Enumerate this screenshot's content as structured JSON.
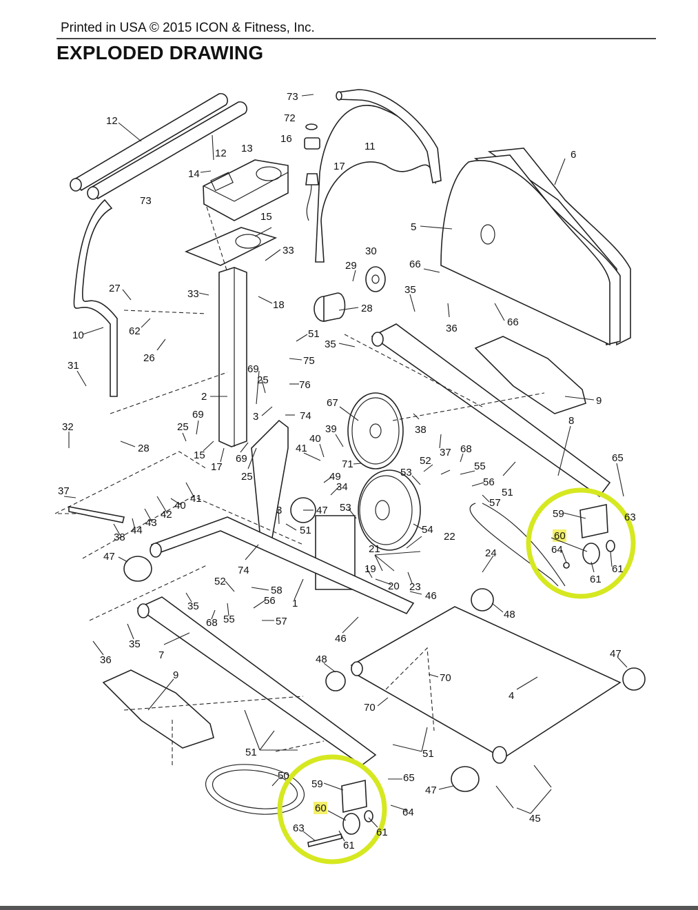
{
  "header": {
    "printed_line": "Printed in USA © 2015 ICON & Fitness, Inc.",
    "title": "EXPLODED DRAWING"
  },
  "highlight": {
    "ring_color": "#d6e820",
    "label_highlight_color": "#f4f06a",
    "highlighted_part": "60"
  },
  "labels": {
    "p73a": "73",
    "p72": "72",
    "p16": "16",
    "p17a": "17",
    "p11": "11",
    "p6": "6",
    "p12a": "12",
    "p12b": "12",
    "p13": "13",
    "p14": "14",
    "p73b": "73",
    "p15a": "15",
    "p33a": "33",
    "p33b": "33",
    "p29": "29",
    "p30": "30",
    "p5": "5",
    "p66a": "66",
    "p27": "27",
    "p62": "62",
    "p18": "18",
    "p28a": "28",
    "p35a": "35",
    "p36a": "36",
    "p66b": "66",
    "p10": "10",
    "p26": "26",
    "p51a": "51",
    "p35b": "35",
    "p75": "75",
    "p31": "31",
    "p69a": "69",
    "p25a": "25",
    "p76": "76",
    "p9a": "9",
    "p2": "2",
    "p67": "67",
    "p3a": "3",
    "p74a": "74",
    "p8": "8",
    "p32": "32",
    "p28b": "28",
    "p69b": "69",
    "p25b": "25",
    "p38a": "38",
    "p39": "39",
    "p40a": "40",
    "p41a": "41",
    "p37a": "37",
    "p68a": "68",
    "p65a": "65",
    "p15b": "15",
    "p17b": "17",
    "p69c": "69",
    "p25c": "25",
    "p71": "71",
    "p52a": "52",
    "p55a": "55",
    "p49": "49",
    "p53a": "53",
    "p56a": "56",
    "p37b": "37",
    "p34": "34",
    "p51b": "51",
    "p57a": "57",
    "p59a": "59",
    "p60a": "60",
    "p64a": "64",
    "p61a": "61",
    "p63a": "63",
    "p61b": "61",
    "p3b": "3",
    "p47a": "47",
    "p53b": "53",
    "p41b": "41",
    "p40b": "40",
    "p42": "42",
    "p43": "43",
    "p44": "44",
    "p38b": "38",
    "p51c": "51",
    "p54": "54",
    "p22": "22",
    "p24": "24",
    "p74b": "74",
    "p47b": "47",
    "p21": "21",
    "p19": "19",
    "p23": "23",
    "p20": "20",
    "p46a": "46",
    "p52b": "52",
    "p58": "58",
    "p1": "1",
    "p35c": "35",
    "p56b": "56",
    "p68b": "68",
    "p55b": "55",
    "p57b": "57",
    "p48a": "48",
    "p46b": "46",
    "p35d": "35",
    "p36b": "36",
    "p7": "7",
    "p47c": "47",
    "p9b": "9",
    "p48b": "48",
    "p70a": "70",
    "p4": "4",
    "p70b": "70",
    "p51d": "51",
    "p51e": "51",
    "p50": "50",
    "p59b": "59",
    "p65b": "65",
    "p60b": "60",
    "p64b": "64",
    "p63b": "63",
    "p61c": "61",
    "p61d": "61",
    "p47d": "47",
    "p45": "45"
  }
}
